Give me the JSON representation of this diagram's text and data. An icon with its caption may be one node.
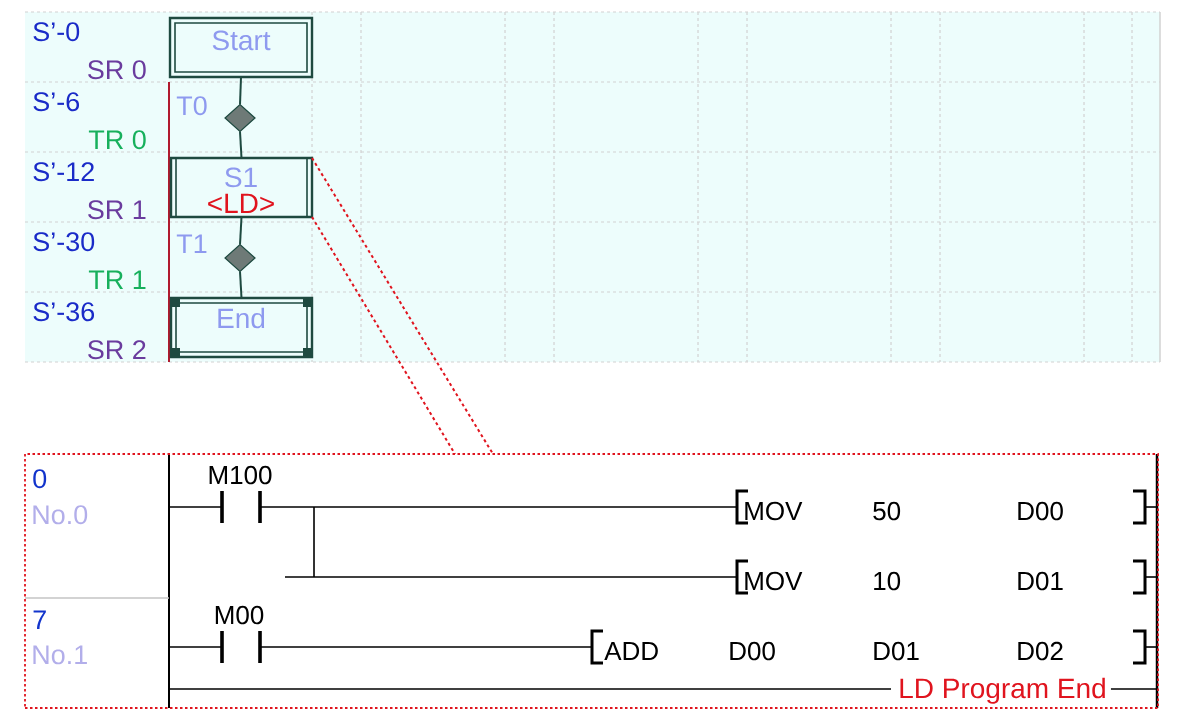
{
  "diagram": {
    "nodes": [
      {
        "text": [
          "S’-0",
          "SR 0",
          "S’-6",
          "TR 0",
          "S’-12",
          "SR 1",
          "S’-30",
          "TR 1",
          "S’-36",
          "SR 2"
        ]
      },
      {
        "text": [
          "Start"
        ],
        "in": 0
      },
      {
        "text": [],
        "shape": "diamond",
        "beside": [
          "T0"
        ],
        "in": 0
      },
      {
        "text": [
          "S1",
          "<LD>"
        ],
        "in": 0
      },
      {
        "text": [],
        "shape": "diamond",
        "beside": [
          "T1"
        ],
        "in": 0
      },
      {
        "text": [
          "End"
        ],
        "in": 0
      },
      {
        "text": [
          "0",
          "No.0",
          "M100",
          "MOV",
          "50",
          "D00",
          "MOV",
          "10",
          "D01",
          "7",
          "No.1",
          "M00",
          "ADD",
          "D00",
          "D01",
          "D02",
          "LD Program End"
        ]
      }
    ],
    "edges": [
      {
        "from": 1,
        "to": 2,
        "arrow": "none"
      },
      {
        "from": 2,
        "to": 3,
        "arrow": "none"
      },
      {
        "from": 3,
        "to": 4,
        "arrow": "none"
      },
      {
        "from": 4,
        "to": 5,
        "arrow": "none"
      },
      {
        "from": 3,
        "to": 6,
        "arrow": "none",
        "style": "dashed",
        "color": "#e0141e"
      },
      {
        "from": 3,
        "to": 6,
        "arrow": "none",
        "style": "dashed",
        "color": "#e0141e"
      }
    ]
  }
}
